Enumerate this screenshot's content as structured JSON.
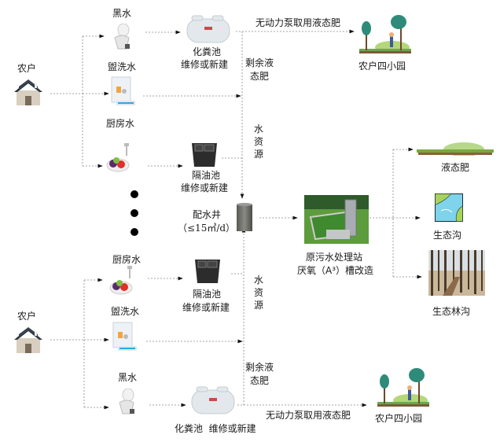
{
  "top": {
    "household": "农户",
    "black_water": "黑水",
    "wash_water": "盥洗水",
    "kitchen_water": "厨房水",
    "septic_tank": "化粪池",
    "septic_action": "维修或新建",
    "grease_trap": "隔油池",
    "grease_action": "维修或新建",
    "pump_label": "无动力泵取用液态肥",
    "garden": "农户四小园",
    "surplus_fertilizer": "剩余液态肥",
    "water_resource": "水资源"
  },
  "center": {
    "distribution_well": "配水井",
    "capacity": "（≤15㎥/d）",
    "station_line1": "原污水处理站",
    "station_line2": "厌氧（A³）槽改造"
  },
  "outputs": [
    {
      "label": "液态肥",
      "icon": "fertilizer-field-icon"
    },
    {
      "label": "生态沟",
      "icon": "ecological-ditch-icon"
    },
    {
      "label": "生态林沟",
      "icon": "forest-ditch-icon"
    }
  ],
  "bottom": {
    "household": "农户",
    "kitchen_water": "厨房水",
    "wash_water": "盥洗水",
    "black_water": "黑水",
    "grease_trap": "隔油池",
    "grease_action": "维修或新建",
    "septic_combined": "化粪池  维修或新建",
    "pump_label": "无动力泵取用液态肥",
    "garden": "农户四小园",
    "surplus_fertilizer": "剩余液态肥",
    "water_resource": "水资源"
  },
  "ellipsis_dots": 3,
  "colors": {
    "line": "#888888",
    "arrow": "#111111",
    "water": "#7fd3ea",
    "grass": "#8cc152"
  }
}
